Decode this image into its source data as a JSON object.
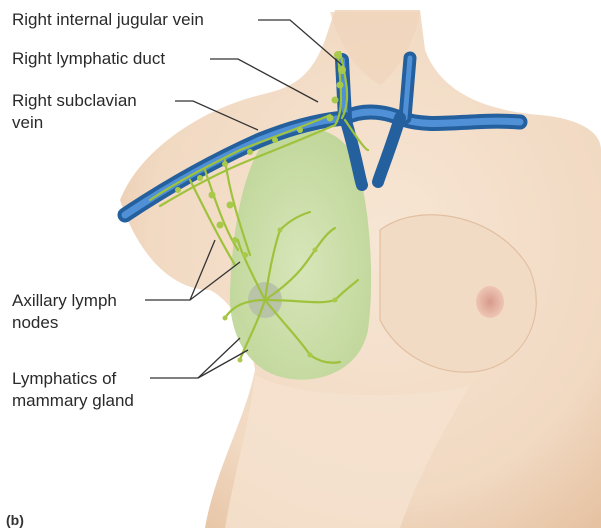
{
  "labels": {
    "jugular": "Right internal jugular vein",
    "lymphatic_duct": "Right lymphatic duct",
    "subclavian_line1": "Right subclavian",
    "subclavian_line2": "vein",
    "axillary_line1": "Axillary lymph",
    "axillary_line2": "nodes",
    "mammary_line1": "Lymphatics of",
    "mammary_line2": "mammary gland"
  },
  "panel_letter": "(b)",
  "colors": {
    "skin": "#f3dcc6",
    "skin_shadow": "#e8c6a8",
    "vein": "#2f6fb5",
    "vein_highlight": "#6aa4e0",
    "gland": "#c9dea4",
    "lymph": "#9fc23c",
    "leader": "#333333"
  }
}
